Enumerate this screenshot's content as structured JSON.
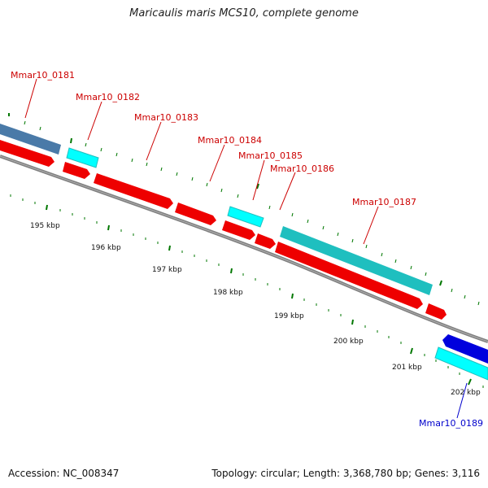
{
  "title": "Maricaulis maris MCS10, complete genome",
  "footer": {
    "accession": "Accession: NC_008347",
    "summary": "Topology: circular; Length: 3,368,780 bp; Genes: 3,116"
  },
  "colors": {
    "forward_gene": "#1fbfbf",
    "forward_gene_light": "#00ffff",
    "steelblue_gene": "#4a7aa8",
    "reverse_gene": "#ee0000",
    "blue_gene": "#0000dd",
    "backbone": "#808080",
    "tick": "#007700",
    "label_red": "#cc0000",
    "label_blue": "#0000cc"
  },
  "scale_labels": [
    "195 kbp",
    "196 kbp",
    "197 kbp",
    "198 kbp",
    "199 kbp",
    "200 kbp",
    "201 kbp",
    "202 kbp"
  ],
  "gene_labels": [
    {
      "id": "g181",
      "text": "Mmar10_0181",
      "color": "red"
    },
    {
      "id": "g182",
      "text": "Mmar10_0182",
      "color": "red"
    },
    {
      "id": "g183",
      "text": "Mmar10_0183",
      "color": "red"
    },
    {
      "id": "g184",
      "text": "Mmar10_0184",
      "color": "red"
    },
    {
      "id": "g185",
      "text": "Mmar10_0185",
      "color": "red"
    },
    {
      "id": "g186",
      "text": "Mmar10_0186",
      "color": "red"
    },
    {
      "id": "g187",
      "text": "Mmar10_0187",
      "color": "red"
    },
    {
      "id": "g189",
      "text": "Mmar10_0189",
      "color": "blue"
    }
  ]
}
